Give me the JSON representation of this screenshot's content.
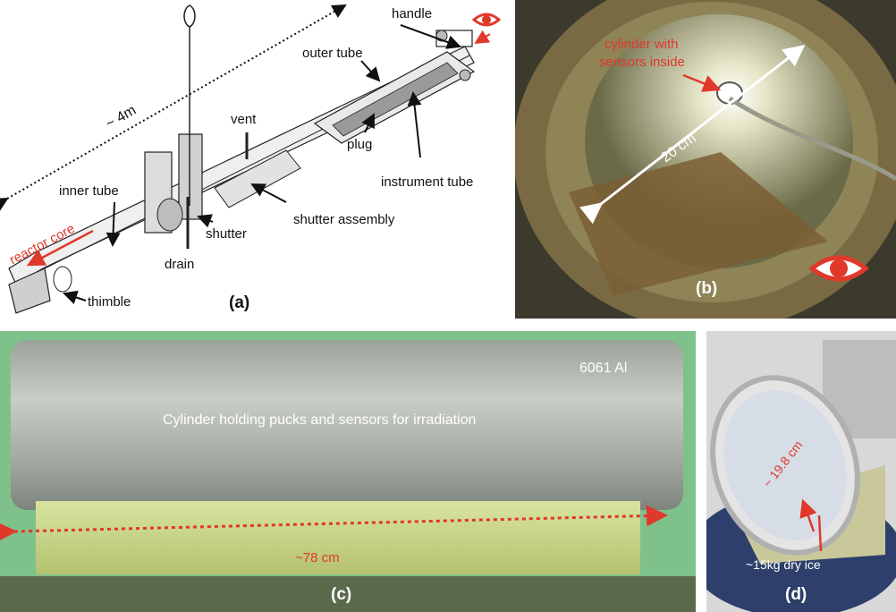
{
  "panel_a": {
    "tag": "(a)",
    "labels": {
      "handle": "handle",
      "outer_tube": "outer tube",
      "vent": "vent",
      "plug": "plug",
      "instrument_tube": "instrument tube",
      "inner_tube": "inner tube",
      "shutter_assembly": "shutter assembly",
      "shutter": "shutter",
      "drain": "drain",
      "thimble": "thimble",
      "reactor_core": "reactor core",
      "length": "~ 4m"
    }
  },
  "panel_b": {
    "tag": "(b)",
    "cylinder_label_line1": "cylinder with",
    "cylinder_label_line2": "sensors inside",
    "diameter": "20 cm"
  },
  "panel_c": {
    "tag": "(c)",
    "material": "6061 Al",
    "caption": "Cylinder holding pucks and sensors for irradiation",
    "length": "~78 cm"
  },
  "panel_d": {
    "tag": "(d)",
    "diameter": "~ 19.8 cm",
    "content": "~15kg dry ice"
  },
  "colors": {
    "accent_red": "#e0382a",
    "label_black": "#111111"
  }
}
